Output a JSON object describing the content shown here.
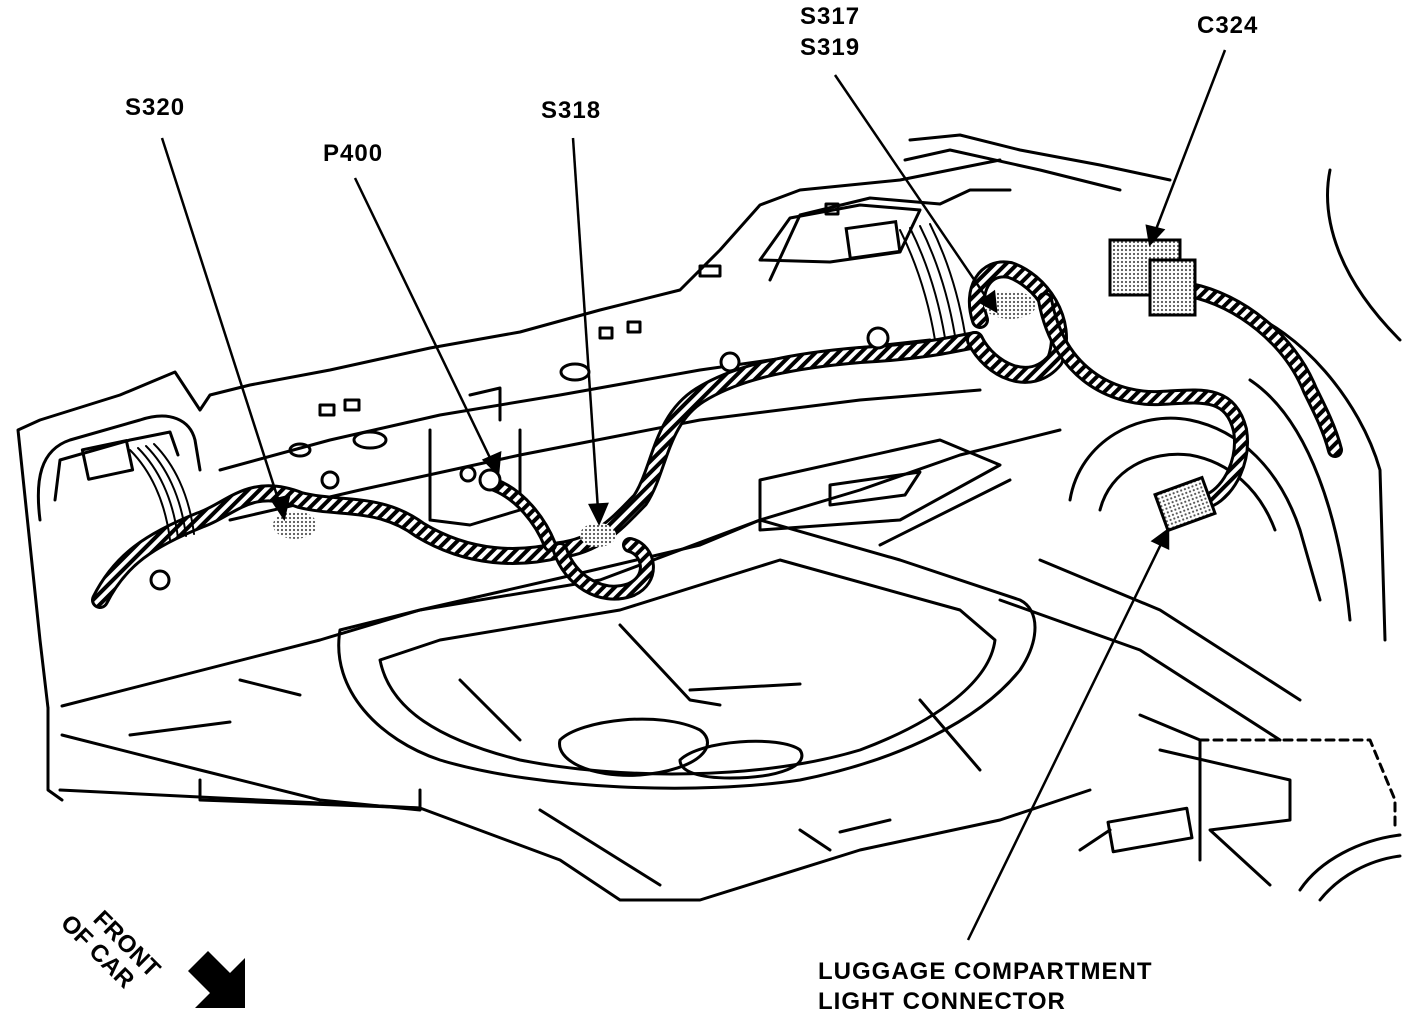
{
  "diagram": {
    "callouts": {
      "s320": "S320",
      "p400": "P400",
      "s318": "S318",
      "s317": "S317",
      "s319": "S319",
      "c324": "C324",
      "luggage_line1": "LUGGAGE COMPARTMENT",
      "luggage_line2": "LIGHT CONNECTOR"
    },
    "orientation": {
      "line1": "FRONT",
      "line2": "OF CAR"
    },
    "colors": {
      "ink": "#000000",
      "paper": "#ffffff",
      "splice_shade": "#9a9a9a"
    }
  }
}
